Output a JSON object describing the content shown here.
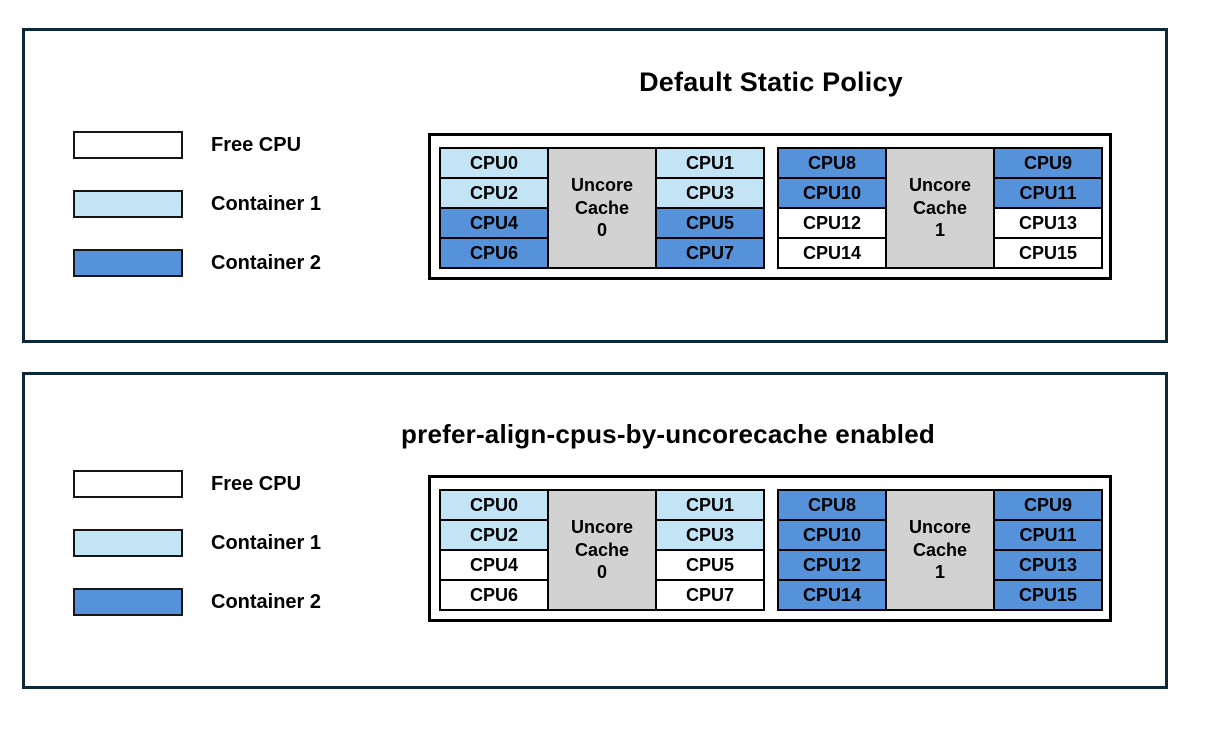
{
  "colors": {
    "free": "#ffffff",
    "container1": "#c2e4f5",
    "container2": "#5692d9",
    "uncore_cache": "#d2d2d2",
    "panel_border": "#0d2939",
    "grid_line": "#000000",
    "text": "#000000"
  },
  "legend": {
    "items": [
      {
        "label": "Free CPU",
        "state": "free"
      },
      {
        "label": "Container 1",
        "state": "container1"
      },
      {
        "label": "Container 2",
        "state": "container2"
      }
    ]
  },
  "panels": [
    {
      "id": "default-static-policy",
      "title": "Default Static Policy",
      "groups": [
        {
          "cache": {
            "lines": [
              "Uncore",
              "Cache",
              "0"
            ]
          },
          "left_column": [
            {
              "label": "CPU0",
              "state": "container1"
            },
            {
              "label": "CPU2",
              "state": "container1"
            },
            {
              "label": "CPU4",
              "state": "container2"
            },
            {
              "label": "CPU6",
              "state": "container2"
            }
          ],
          "right_column": [
            {
              "label": "CPU1",
              "state": "container1"
            },
            {
              "label": "CPU3",
              "state": "container1"
            },
            {
              "label": "CPU5",
              "state": "container2"
            },
            {
              "label": "CPU7",
              "state": "container2"
            }
          ]
        },
        {
          "cache": {
            "lines": [
              "Uncore",
              "Cache",
              "1"
            ]
          },
          "left_column": [
            {
              "label": "CPU8",
              "state": "container2"
            },
            {
              "label": "CPU10",
              "state": "container2"
            },
            {
              "label": "CPU12",
              "state": "free"
            },
            {
              "label": "CPU14",
              "state": "free"
            }
          ],
          "right_column": [
            {
              "label": "CPU9",
              "state": "container2"
            },
            {
              "label": "CPU11",
              "state": "container2"
            },
            {
              "label": "CPU13",
              "state": "free"
            },
            {
              "label": "CPU15",
              "state": "free"
            }
          ]
        }
      ]
    },
    {
      "id": "prefer-align-cpus-by-uncorecache",
      "title": "prefer-align-cpus-by-uncorecache enabled",
      "groups": [
        {
          "cache": {
            "lines": [
              "Uncore",
              "Cache",
              "0"
            ]
          },
          "left_column": [
            {
              "label": "CPU0",
              "state": "container1"
            },
            {
              "label": "CPU2",
              "state": "container1"
            },
            {
              "label": "CPU4",
              "state": "free"
            },
            {
              "label": "CPU6",
              "state": "free"
            }
          ],
          "right_column": [
            {
              "label": "CPU1",
              "state": "container1"
            },
            {
              "label": "CPU3",
              "state": "container1"
            },
            {
              "label": "CPU5",
              "state": "free"
            },
            {
              "label": "CPU7",
              "state": "free"
            }
          ]
        },
        {
          "cache": {
            "lines": [
              "Uncore",
              "Cache",
              "1"
            ]
          },
          "left_column": [
            {
              "label": "CPU8",
              "state": "container2"
            },
            {
              "label": "CPU10",
              "state": "container2"
            },
            {
              "label": "CPU12",
              "state": "container2"
            },
            {
              "label": "CPU14",
              "state": "container2"
            }
          ],
          "right_column": [
            {
              "label": "CPU9",
              "state": "container2"
            },
            {
              "label": "CPU11",
              "state": "container2"
            },
            {
              "label": "CPU13",
              "state": "container2"
            },
            {
              "label": "CPU15",
              "state": "container2"
            }
          ]
        }
      ]
    }
  ]
}
